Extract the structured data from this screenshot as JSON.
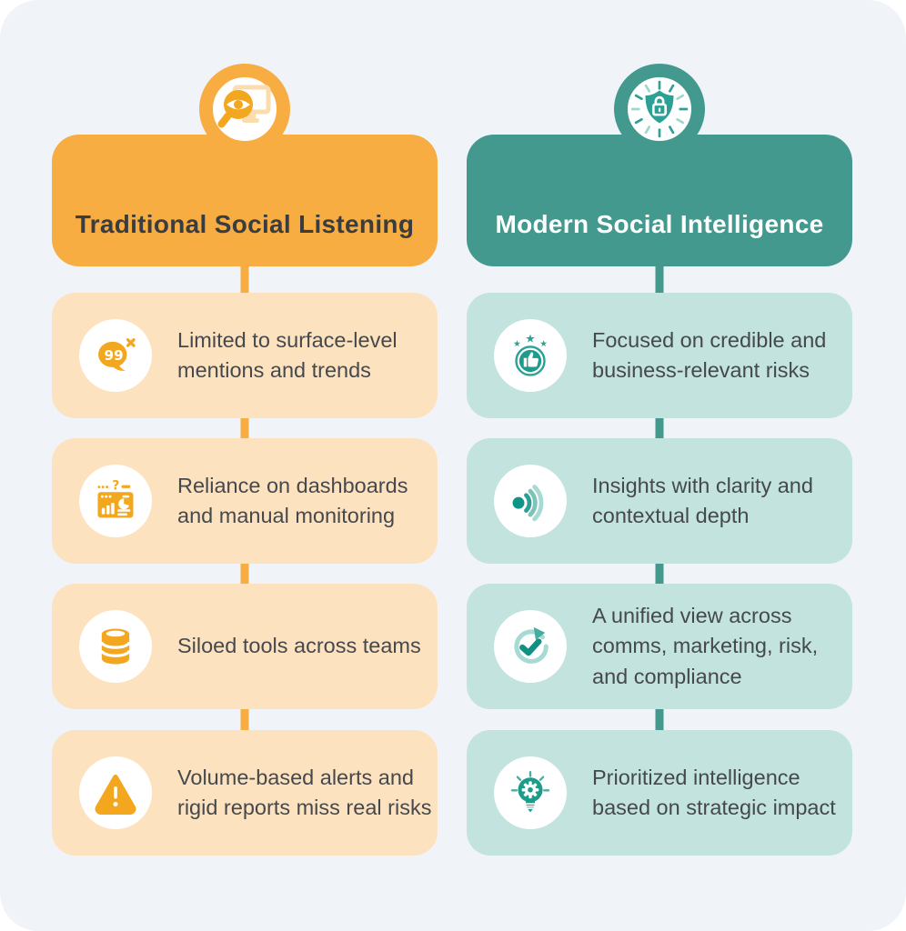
{
  "page": {
    "background_color": "#F0F4F9",
    "type": "comparison-infographic"
  },
  "columns": [
    {
      "id": "traditional",
      "title": "Traditional Social Listening",
      "header_icon": "magnifier-eye-monitor-icon",
      "colors": {
        "header_bg": "#F8AD43",
        "header_text": "#3A3D40",
        "card_bg": "#FDE2C0",
        "connector": "#F8AD43",
        "icon_primary": "#F3A71F",
        "icon_pale": "#FBDCAF"
      },
      "cards": [
        {
          "icon": "speech-bubble-quotes-icon",
          "text": "Limited to surface-level mentions and trends"
        },
        {
          "icon": "dashboard-monitoring-icon",
          "text": "Reliance on dashboards and manual monitoring"
        },
        {
          "icon": "database-icon",
          "text": "Siloed tools across teams"
        },
        {
          "icon": "warning-triangle-icon",
          "text": "Volume-based alerts and rigid reports miss real risks"
        }
      ]
    },
    {
      "id": "modern",
      "title": "Modern Social Intelligence",
      "header_icon": "shield-lock-icon",
      "colors": {
        "header_bg": "#44998F",
        "header_text": "#FFFFFF",
        "card_bg": "#C2E3DE",
        "connector": "#44998F",
        "icon_primary": "#1D9B8B",
        "icon_light": "#9FD6CE"
      },
      "cards": [
        {
          "icon": "thumbs-up-stars-icon",
          "text": "Focused on credible and business-relevant risks"
        },
        {
          "icon": "signal-waves-icon",
          "text": "Insights with clarity and contextual depth"
        },
        {
          "icon": "refresh-check-icon",
          "text": "A unified view across comms, marketing, risk, and compliance"
        },
        {
          "icon": "lightbulb-gear-icon",
          "text": "Prioritized intelligence based on strategic impact"
        }
      ]
    }
  ],
  "text_color": "#46494C"
}
